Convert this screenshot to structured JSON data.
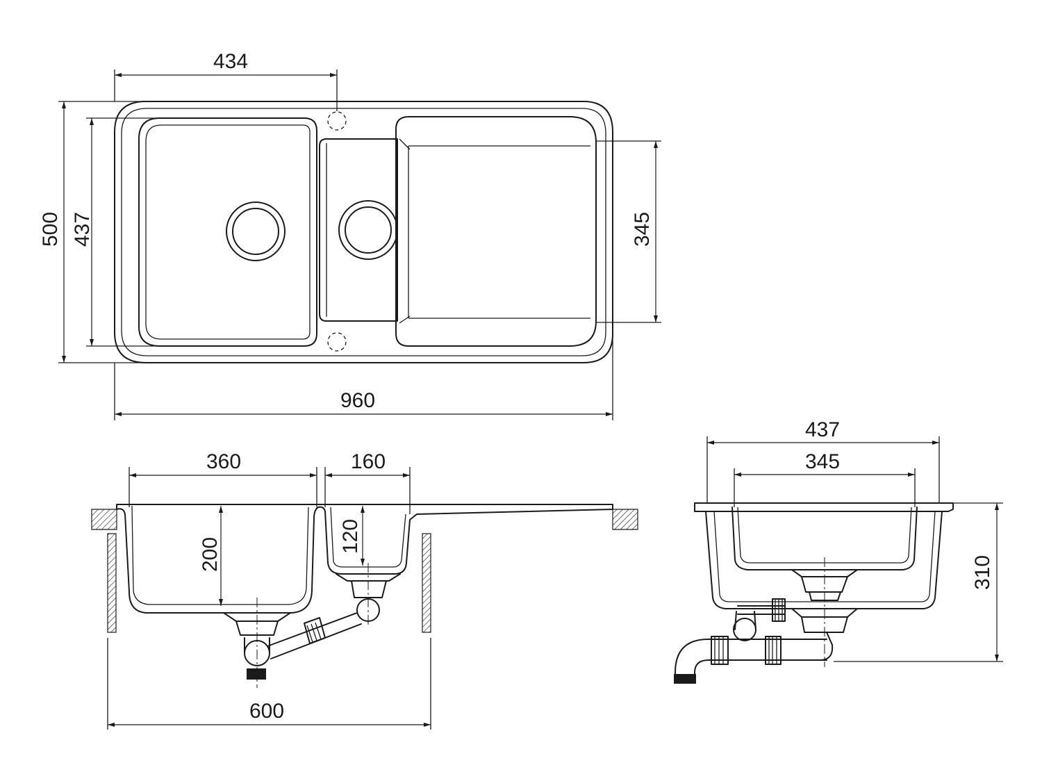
{
  "dimensions": {
    "top_width": "960",
    "top_depth": "500",
    "bowl_depth": "437",
    "bowl_left_width": "434",
    "drainer_depth": "345",
    "front_bowl_width": "360",
    "front_small_bowl_width": "160",
    "front_bowl_height": "200",
    "front_small_bowl_height": "120",
    "cabinet_width": "600",
    "side_outer_width": "437",
    "side_inner_width": "345",
    "side_total_height": "310"
  }
}
